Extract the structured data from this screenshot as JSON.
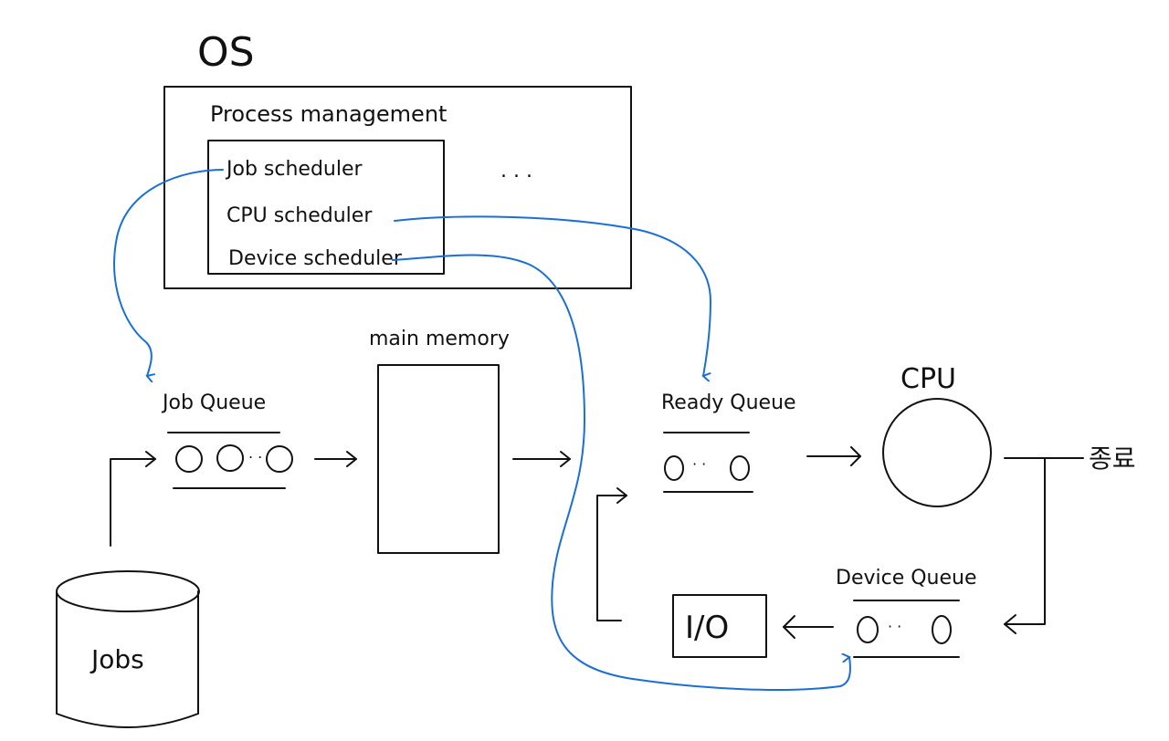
{
  "os": {
    "title": "OS",
    "module_label": "Process management",
    "schedulers": [
      "Job scheduler",
      "CPU scheduler",
      "Device scheduler"
    ],
    "ellipsis": ". . ."
  },
  "job_queue": {
    "label": "Job Queue",
    "dots": ". ."
  },
  "main_memory": {
    "label": "main memory"
  },
  "ready_queue": {
    "label": "Ready Queue",
    "dots": "· ·"
  },
  "cpu": {
    "label": "CPU"
  },
  "exit_label": "종료",
  "device_queue": {
    "label": "Device Queue",
    "dots": "· ·"
  },
  "io": {
    "label": "I/O"
  },
  "jobs": {
    "label": "Jobs"
  },
  "colors": {
    "ink": "#111111",
    "scheduler_arrows": "#1a6fd6"
  }
}
